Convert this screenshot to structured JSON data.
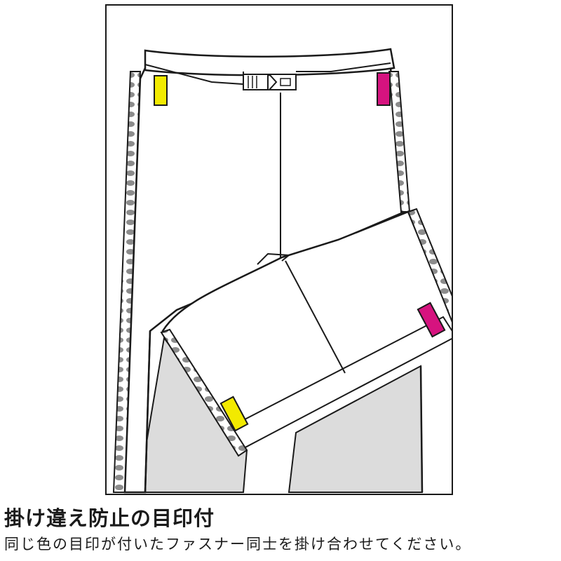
{
  "caption": {
    "title": "掛け違え防止の目印付",
    "body": "同じ色の目印が付いたファスナー同士を掛け合わせてください。"
  },
  "colors": {
    "yellow_marker": "#f2ea00",
    "magenta_marker": "#d6137f",
    "outline": "#1a1a1a",
    "zipper_teeth": "#8c8c8c",
    "inner_lining": "#dcdcdc"
  },
  "icons": {
    "pants": "rain-pants-illustration",
    "buckle": "belt-buckle-icon",
    "markers": [
      "yellow-marker-icon",
      "magenta-marker-icon"
    ]
  }
}
